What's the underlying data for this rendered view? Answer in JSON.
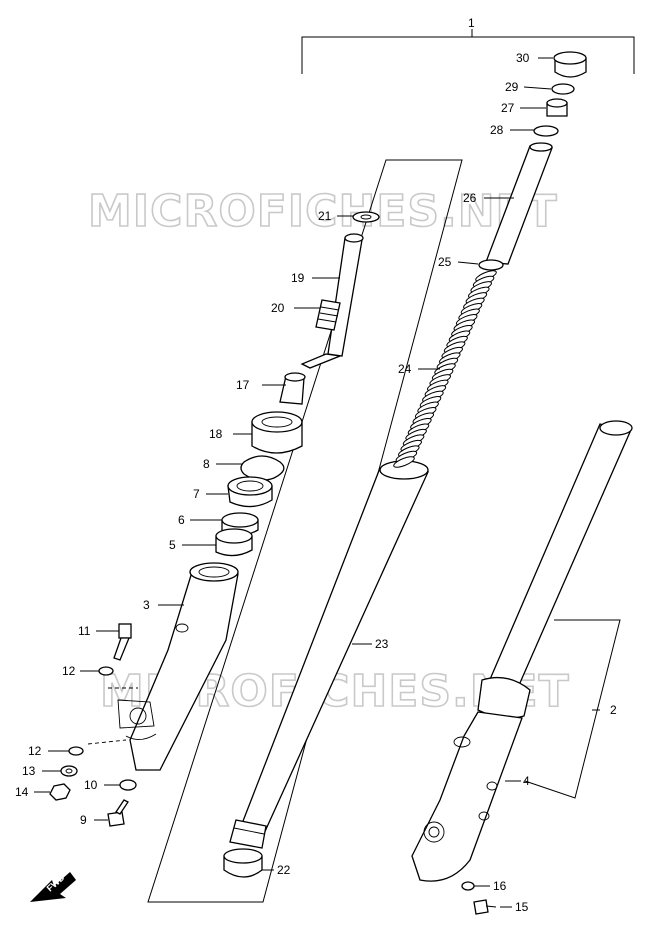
{
  "watermark": "MICROFICHES.NET",
  "fwd_label": "FWD",
  "callouts": {
    "c1": "1",
    "c2": "2",
    "c3": "3",
    "c4": "4",
    "c5": "5",
    "c6": "6",
    "c7": "7",
    "c8": "8",
    "c9": "9",
    "c10": "10",
    "c11": "11",
    "c12a": "12",
    "c12b": "12",
    "c13": "13",
    "c14": "14",
    "c15": "15",
    "c16": "16",
    "c17": "17",
    "c18": "18",
    "c19": "19",
    "c20": "20",
    "c21": "21",
    "c22": "22",
    "c23": "23",
    "c24": "24",
    "c25": "25",
    "c26": "26",
    "c27": "27",
    "c28": "28",
    "c29": "29",
    "c30": "30"
  }
}
